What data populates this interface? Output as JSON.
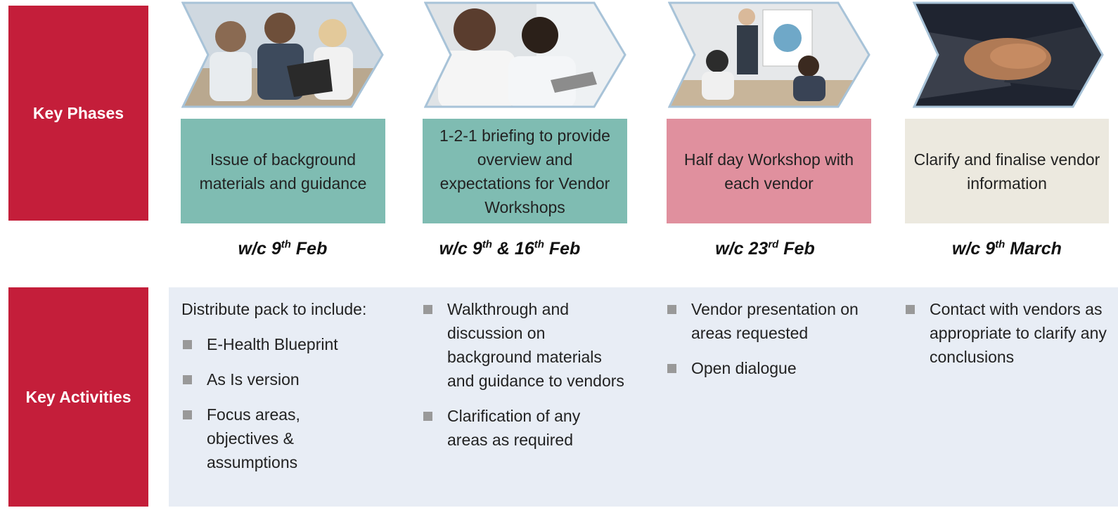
{
  "row_labels": {
    "phases": "Key Phases",
    "activities": "Key Activities"
  },
  "phases": [
    {
      "text": "Issue of background materials and guidance",
      "color": "#7fbcb2",
      "date": {
        "pre": "w/c 9",
        "sup1": "th",
        "mid": "",
        "sup2": "",
        "post": " Feb"
      }
    },
    {
      "text": "1-2-1 briefing to provide overview and expectations for Vendor Workshops",
      "color": "#7fbcb2",
      "date": {
        "pre": "w/c 9",
        "sup1": "th",
        "mid": " & 16",
        "sup2": "th",
        "post": " Feb"
      }
    },
    {
      "text": "Half day Workshop with each vendor",
      "color": "#e0909e",
      "date": {
        "pre": "w/c 23",
        "sup1": "rd",
        "mid": "",
        "sup2": "",
        "post": "  Feb"
      }
    },
    {
      "text": "Clarify and finalise vendor information",
      "color": "#ece9df",
      "date": {
        "pre": "w/c 9",
        "sup1": "th",
        "mid": "",
        "sup2": "",
        "post": " March"
      }
    }
  ],
  "activities": {
    "col1": {
      "intro": "Distribute pack to include:",
      "items": [
        "E-Health Blueprint",
        "As Is version",
        "Focus areas, objectives & assumptions"
      ]
    },
    "col2": {
      "items": [
        "Walkthrough and discussion on background materials and guidance to vendors",
        "Clarification of any areas as required"
      ]
    },
    "col3": {
      "items": [
        "Vendor presentation on areas requested",
        "Open dialogue"
      ]
    },
    "col4": {
      "items": [
        "Contact with vendors as appropriate to clarify any conclusions"
      ]
    }
  },
  "photo_icons": [
    "team-laptop-photo",
    "briefing-photo",
    "presentation-photo",
    "handshake-photo"
  ],
  "colors": {
    "label_red": "#c41e3a",
    "activities_bg": "#e8edf5",
    "bullet": "#999999"
  }
}
